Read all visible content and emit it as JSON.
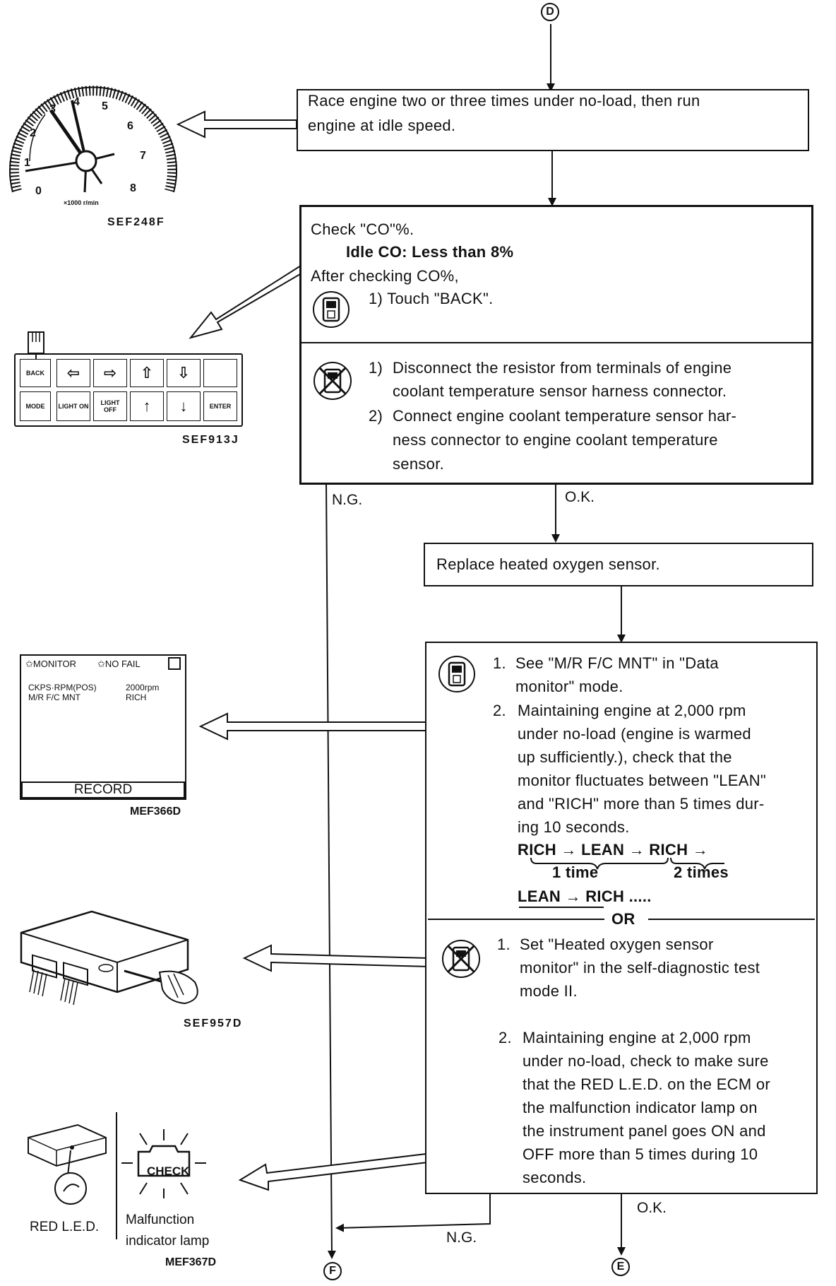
{
  "connectors": {
    "top": "D",
    "bottom_left": "F",
    "bottom_right": "E"
  },
  "step_race": {
    "lines": [
      "Race engine two or three times under no-load, then run",
      "engine at idle speed."
    ]
  },
  "step_check_co": {
    "line1": "Check \"CO\"%.",
    "spec": "Idle CO: Less than 8%",
    "line3": "After checking CO%,",
    "consult_step": "1)  Touch \"BACK\".",
    "nc_steps": [
      {
        "num": "1)",
        "lines": [
          "Disconnect the resistor from terminals of engine",
          "coolant temperature sensor harness connector."
        ]
      },
      {
        "num": "2)",
        "lines": [
          "Connect engine coolant temperature sensor har-",
          "ness connector to engine coolant temperature",
          "sensor."
        ]
      }
    ]
  },
  "branch_labels": {
    "ng": "N.G.",
    "ok": "O.K."
  },
  "step_replace": {
    "text": "Replace heated oxygen sensor."
  },
  "step_monitor": {
    "consult_items": [
      {
        "num": "1.",
        "lines": [
          "See \"M/R F/C MNT\" in \"Data",
          "monitor\" mode."
        ]
      },
      {
        "num": "2.",
        "lines": [
          "Maintaining engine at 2,000 rpm",
          "under no-load (engine is warmed",
          "up sufficiently.), check that the",
          "monitor fluctuates between \"LEAN\"",
          "and \"RICH\" more than 5 times dur-",
          "ing 10 seconds."
        ]
      }
    ],
    "seq_line1": "RICH → LEAN → RICH →",
    "seq_1time": "1 time",
    "seq_2times": "2 times",
    "seq_line2": "LEAN → RICH .....",
    "or_label": "OR",
    "nc_items": [
      {
        "num": "1.",
        "lines": [
          "Set \"Heated oxygen sensor",
          "monitor\" in the self-diagnostic test",
          "mode II."
        ]
      },
      {
        "num": "2.",
        "lines": [
          "Maintaining engine at 2,000 rpm",
          "under no-load, check to make sure",
          "that the RED L.E.D. on the ECM or",
          "the malfunction indicator lamp on",
          "the instrument panel goes ON and",
          "OFF more than 5 times during 10",
          "seconds."
        ]
      }
    ]
  },
  "fig_tach": {
    "code": "SEF248F",
    "scale_label": "×1000 r/min",
    "numbers": [
      "0",
      "1",
      "2",
      "3",
      "4",
      "5",
      "6",
      "7",
      "8"
    ]
  },
  "fig_keypad": {
    "code": "SEF913J",
    "keys_row1": [
      "BACK",
      "⇦",
      "⇨",
      "⇧",
      "⇩",
      ""
    ],
    "keys_row2": [
      "MODE",
      "LIGHT ON",
      "LIGHT OFF",
      "↑",
      "↓",
      "ENTER"
    ]
  },
  "fig_monitor": {
    "code": "MEF366D",
    "header_left": "✩MONITOR",
    "header_right": "✩NO FAIL",
    "row1_name": "CKPS·RPM(POS)",
    "row1_value": "2000rpm",
    "row2_name": "M/R F/C MNT",
    "row2_value": "RICH",
    "record": "RECORD"
  },
  "fig_ecm": {
    "code": "SEF957D"
  },
  "fig_led": {
    "code": "MEF367D",
    "led_label": "RED L.E.D.",
    "check_text": "CHECK",
    "mil_line1": "Malfunction",
    "mil_line2": "indicator lamp"
  }
}
